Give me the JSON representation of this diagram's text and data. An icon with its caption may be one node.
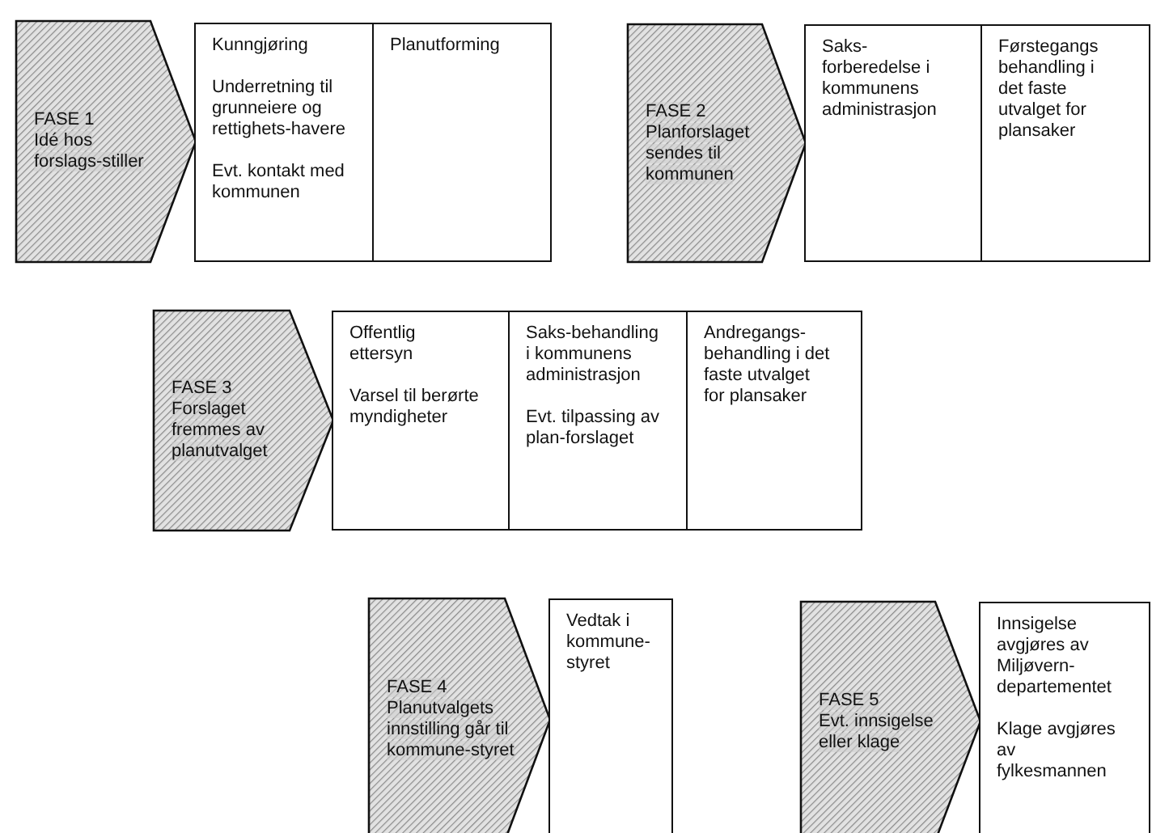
{
  "diagram": {
    "nodes": [
      {
        "text": [
          "FASE 1",
          "Idé hos forslags-stiller"
        ]
      },
      {
        "text": [
          "Kunngjøring",
          "Underretning til grunneiere og rettighets-havere",
          "Evt. kontakt med kommunen"
        ]
      },
      {
        "text": [
          "Planutforming"
        ]
      },
      {
        "text": [
          "FASE 2",
          "Planforslaget sendes til kommunen"
        ]
      },
      {
        "text": [
          "Saks-forberedelse i kommunens administrasjon"
        ]
      },
      {
        "text": [
          "Førstegangs behandling i det faste utvalget for plansaker"
        ]
      },
      {
        "text": [
          "FASE 3",
          "Forslaget fremmes av planutvalget"
        ]
      },
      {
        "text": [
          "Offentlig ettersyn",
          "Varsel til berørte myndigheter"
        ]
      },
      {
        "text": [
          "Saks-behandling i kommunens administrasjon",
          "Evt. tilpassing av plan-forslaget"
        ]
      },
      {
        "text": [
          "Andregangs-behandling i det faste utvalget for plansaker"
        ]
      },
      {
        "text": [
          "FASE 4",
          "Planutvalgets innstilling går til kommune-styret"
        ]
      },
      {
        "text": [
          "Vedtak i kommune-styret"
        ]
      },
      {
        "text": [
          "FASE 5",
          "Evt. innsigelse eller klage"
        ]
      },
      {
        "text": [
          "Innsigelse avgjøres av Miljøvern-departementet",
          "Klage avgjøres av fylkesmannen"
        ]
      }
    ]
  }
}
